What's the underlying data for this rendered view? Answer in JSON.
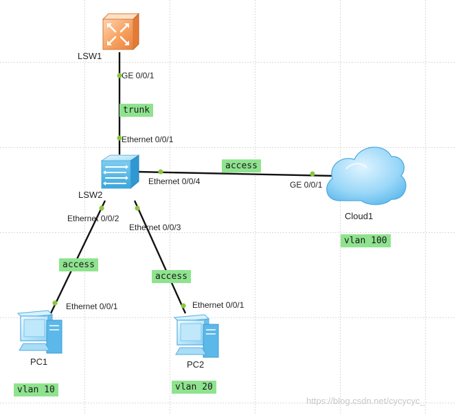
{
  "devices": {
    "lsw1": {
      "name": "LSW1",
      "icon": "core-switch-icon"
    },
    "lsw2": {
      "name": "LSW2",
      "icon": "access-switch-icon"
    },
    "cloud1": {
      "name": "Cloud1",
      "icon": "cloud-icon"
    },
    "pc1": {
      "name": "PC1",
      "icon": "pc-icon"
    },
    "pc2": {
      "name": "PC2",
      "icon": "pc-icon"
    }
  },
  "ports": {
    "lsw1_to_lsw2": "GE 0/0/1",
    "lsw2_to_lsw1": "Ethernet 0/0/1",
    "lsw2_to_cloud": "Ethernet 0/0/4",
    "cloud_to_lsw2": "GE 0/0/1",
    "lsw2_to_pc1": "Ethernet 0/0/2",
    "lsw2_to_pc2": "Ethernet 0/0/3",
    "pc1_port": "Ethernet 0/0/1",
    "pc2_port": "Ethernet 0/0/1"
  },
  "links": {
    "lsw1_lsw2_mode": "trunk",
    "lsw2_cloud_mode": "access",
    "lsw2_pc1_mode": "access",
    "lsw2_pc2_mode": "access"
  },
  "vlans": {
    "cloud1": "vlan 100",
    "pc1": "vlan 10",
    "pc2": "vlan 20"
  },
  "watermark": "https://blog.csdn.net/cycycyc_",
  "colors": {
    "link_label_bg": "#8fe38f",
    "port_dot": "#8cc63f",
    "grid": "#d9d9d9",
    "cable": "#111111"
  }
}
